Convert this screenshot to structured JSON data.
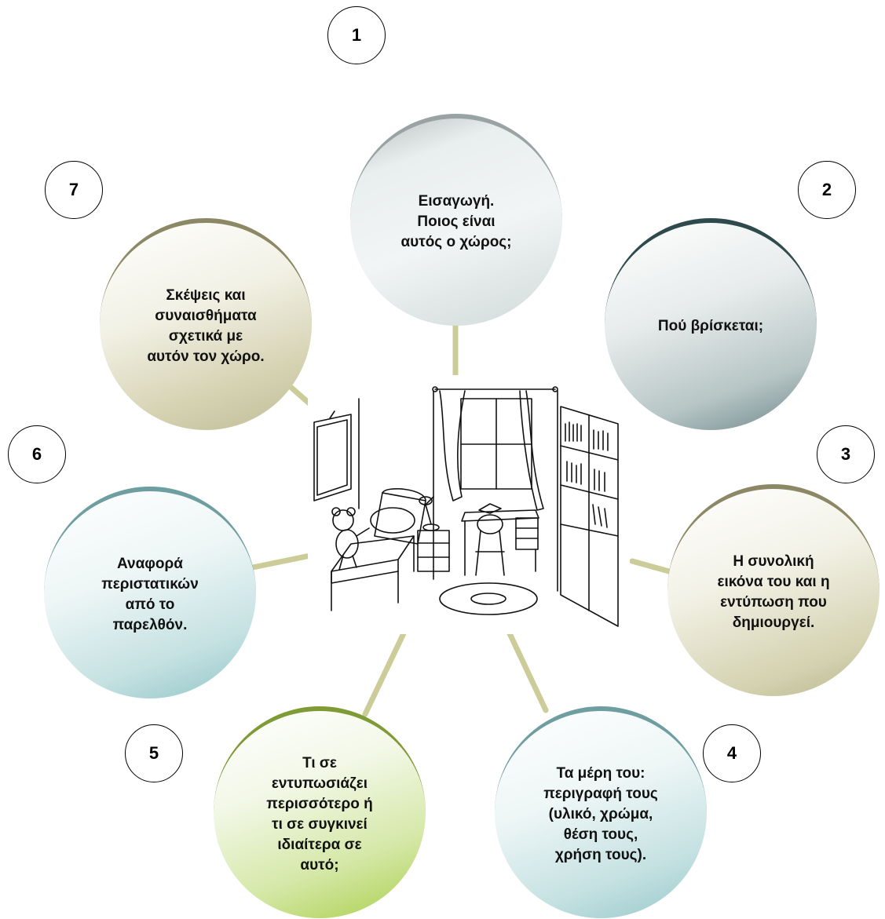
{
  "diagram": {
    "center_image": "bedroom-sketch",
    "connector_color": "#cccc99",
    "steps": [
      {
        "number": "1",
        "text": "Εισαγωγή.\nΠοιος είναι\nαυτός ο χώρος;"
      },
      {
        "number": "2",
        "text": "Πού βρίσκεται;"
      },
      {
        "number": "3",
        "text": "Η συνολική\nεικόνα του και η\nεντύπωση που\nδημιουργεί."
      },
      {
        "number": "4",
        "text": "Τα μέρη του:\nπεριγραφή τους\n(υλικό, χρώμα,\nθέση τους,\nχρήση τους)."
      },
      {
        "number": "5",
        "text": "Τι σε\nεντυπωσιάζει\nπερισσότερο ή\nτι σε συγκινεί\nιδιαίτερα σε\nαυτό;"
      },
      {
        "number": "6",
        "text": "Αναφορά\nπεριστατικών\nαπό το\nπαρελθόν."
      },
      {
        "number": "7",
        "text": "Σκέψεις και\nσυναισθήματα\nσχετικά με\nαυτόν τον χώρο."
      }
    ]
  }
}
